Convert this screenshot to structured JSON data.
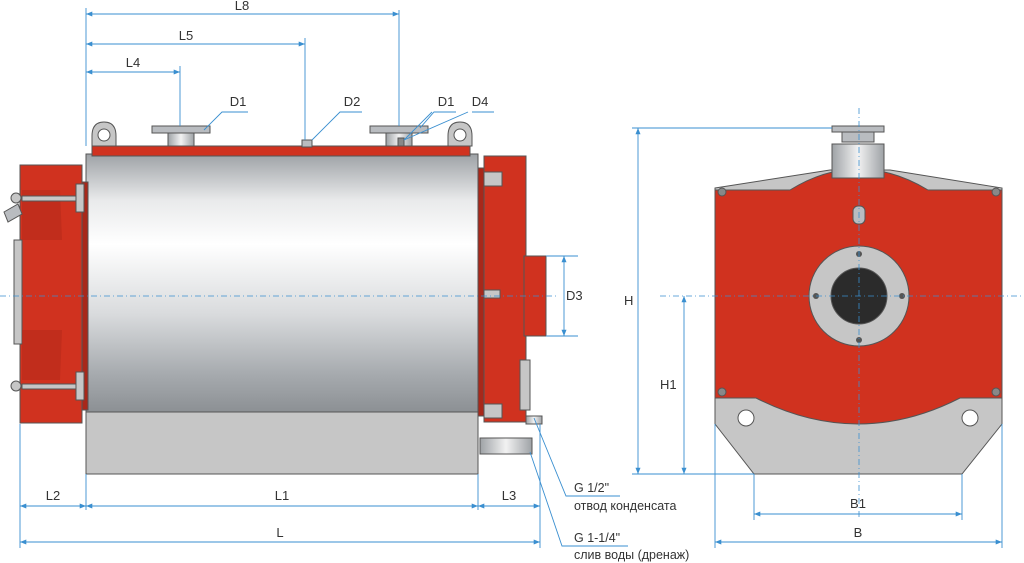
{
  "colors": {
    "red": "#d0321f",
    "red_dark": "#a8281a",
    "gray": "#c6c6c6",
    "steel": "#b9bcc0",
    "dim_line": "#3a8fd0",
    "outline": "#555555"
  },
  "labels": {
    "L8": "L8",
    "L5": "L5",
    "L4": "L4",
    "D1_left": "D1",
    "D2": "D2",
    "D1_right": "D1",
    "D4": "D4",
    "D3": "D3",
    "L2": "L2",
    "L1": "L1",
    "L3": "L3",
    "L": "L",
    "H": "H",
    "H1": "H1",
    "B1": "B1",
    "B": "B"
  },
  "notes": {
    "condensate_size": "G 1/2\"",
    "condensate_text": "отвод конденсата",
    "drain_size": "G 1-1/4\"",
    "drain_text": "слив воды (дренаж)"
  }
}
